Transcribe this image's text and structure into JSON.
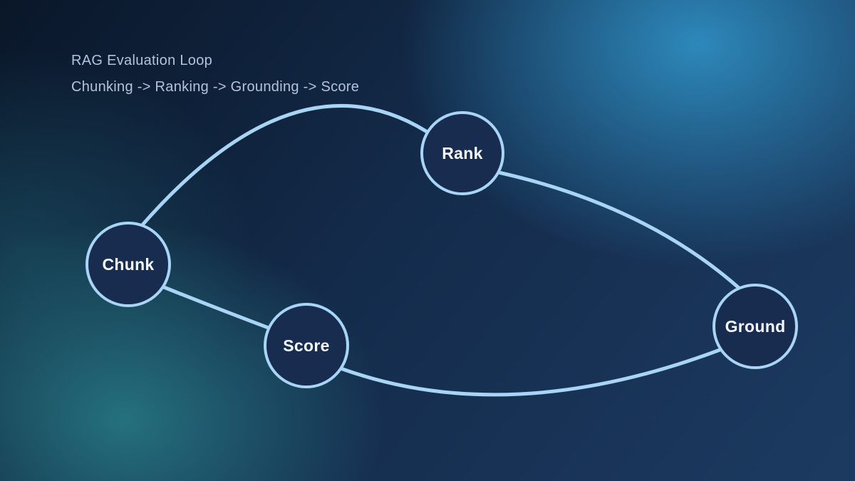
{
  "title": "RAG Evaluation Loop",
  "subtitle": "Chunking -> Ranking -> Grounding -> Score",
  "nodes": [
    {
      "id": "chunk",
      "label": "Chunk"
    },
    {
      "id": "rank",
      "label": "Rank"
    },
    {
      "id": "score",
      "label": "Score"
    },
    {
      "id": "ground",
      "label": "Ground"
    }
  ],
  "edges": [
    {
      "from": "chunk",
      "to": "rank"
    },
    {
      "from": "rank",
      "to": "ground"
    },
    {
      "from": "ground",
      "to": "score"
    },
    {
      "from": "score",
      "to": "chunk"
    }
  ],
  "colors": {
    "edge": "#a8d4f5",
    "node_fill": "#172c4e",
    "node_border": "#a8d4f5",
    "node_text": "#f5f8fc",
    "heading_text": "#b4c2de",
    "background_base": "#142c4c",
    "background_glow_blue": "#2f92c6",
    "background_glow_teal": "#287e88"
  }
}
